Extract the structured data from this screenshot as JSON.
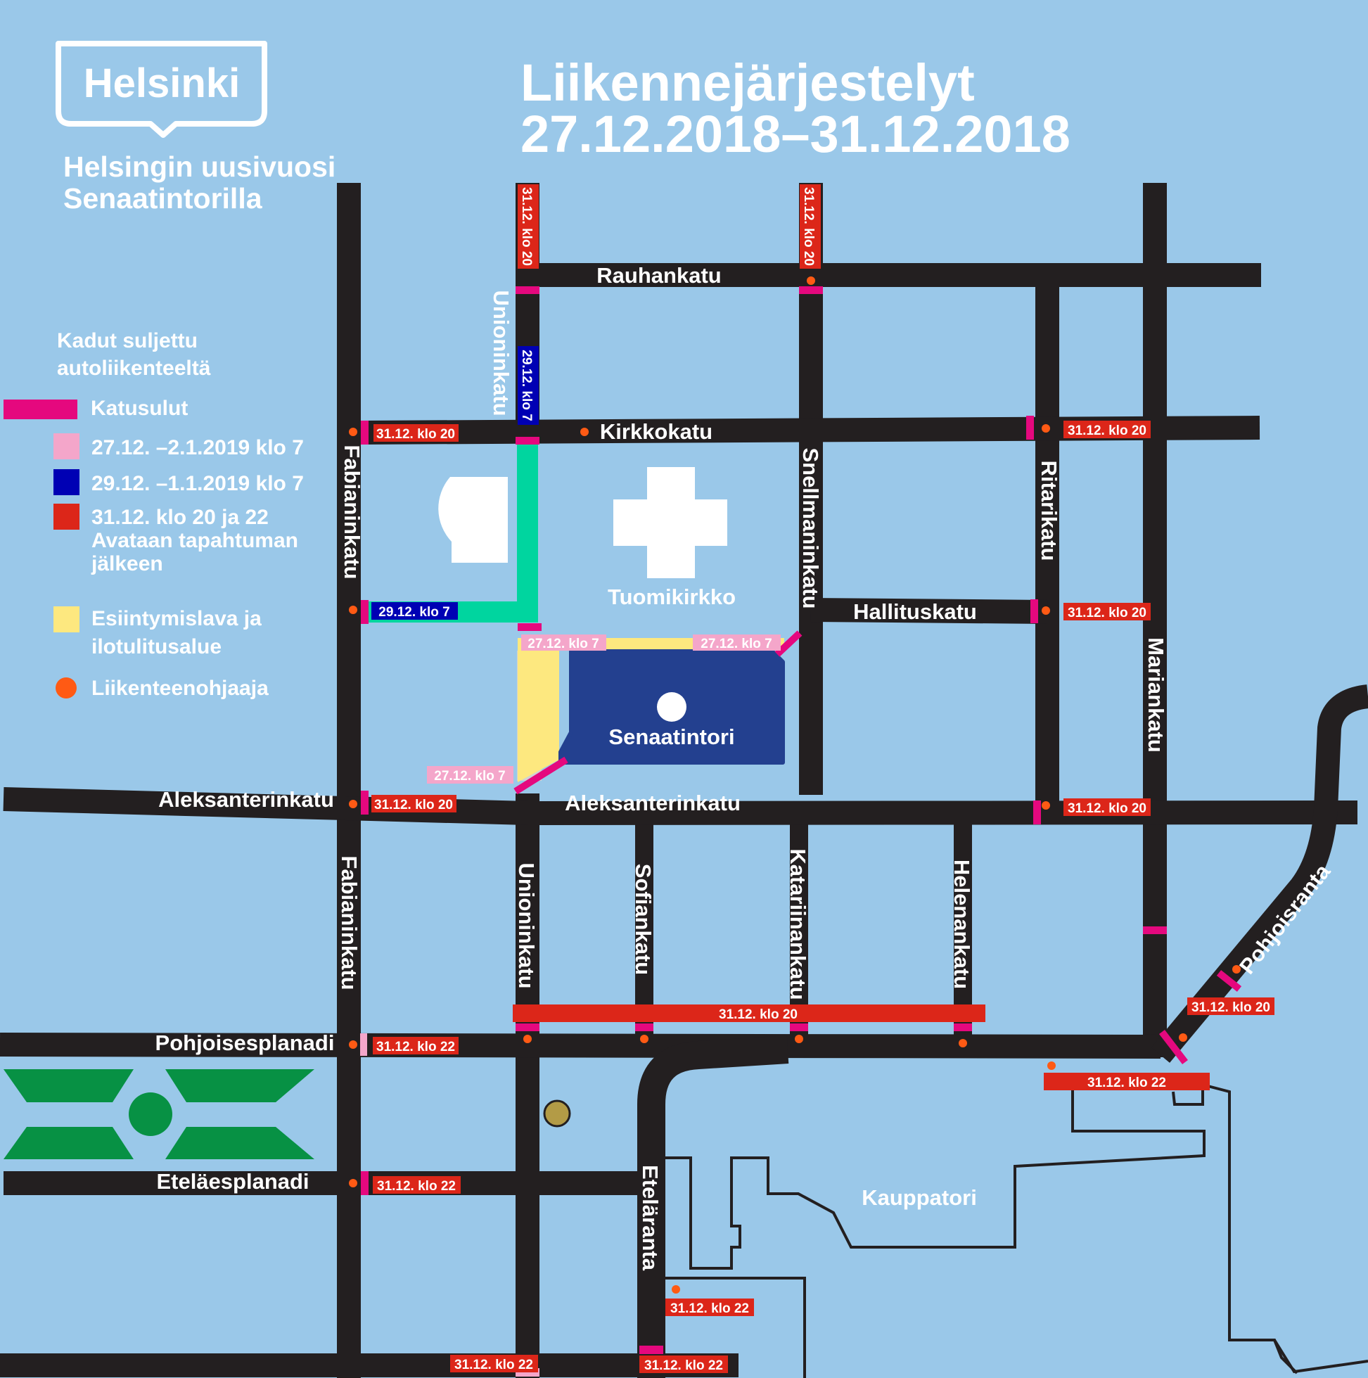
{
  "colors": {
    "water": "#9ac8e9",
    "road": "#231f20",
    "closure": "#e5087e",
    "pink": "#f4a6ca",
    "blue": "#0000b4",
    "red": "#dc2619",
    "yellow": "#fde87f",
    "green_route": "#00d59f",
    "controller": "#ff5a14",
    "square": "#23408f",
    "park": "#079144",
    "statue": "#b39b46"
  },
  "header": {
    "logo_text": "Helsinki",
    "title_line1": "Liikennejärjestelyt",
    "title_line2": "27.12.2018–31.12.2018",
    "subtitle_line1": "Helsingin uusivuosi",
    "subtitle_line2": "Senaatintorilla"
  },
  "legend": {
    "heading_line1": "Kadut suljettu",
    "heading_line2": "autoliikenteeltä",
    "closures": "Katusulut",
    "pink": "27.12. –2.1.2019 klo 7",
    "blue": "29.12. –1.1.2019 klo 7",
    "red_line1": "31.12. klo 20 ja 22",
    "red_line2": "Avataan tapahtuman",
    "red_line3": "jälkeen",
    "yellow_line1": "Esiintymislava ja",
    "yellow_line2": "ilotulitusalue",
    "controller": "Liikenteenohjaaja"
  },
  "streets": {
    "rauhankatu": "Rauhankatu",
    "kirkkokatu": "Kirkkokatu",
    "hallituskatu": "Hallituskatu",
    "aleksanterinkatu_west": "Aleksanterinkatu",
    "aleksanterinkatu_east": "Aleksanterinkatu",
    "pohjoisesplanadi": "Pohjoisesplanadi",
    "etelaesplanadi": "Eteläesplanadi",
    "fabianinkatu_north": "Fabianinkatu",
    "fabianinkatu_south": "Fabianinkatu",
    "unioninkatu_north": "Unioninkatu",
    "unioninkatu_south": "Unioninkatu",
    "snellmaninkatu": "Snellmaninkatu",
    "ritarikatu": "Ritarikatu",
    "mariankatu": "Mariankatu",
    "sofiankatu": "Sofiankatu",
    "katariinankatu": "Katariinankatu",
    "helenankatu": "Helenankatu",
    "etelaranta": "Eteläranta",
    "pohjoisranta": "Pohjoisranta"
  },
  "places": {
    "tuomikirkko": "Tuomikirkko",
    "senaatintori": "Senaatintori",
    "kauppatori": "Kauppatori"
  },
  "tags": {
    "union_north": "31.12. klo 20",
    "snell_north": "31.12. klo 20",
    "union_blue": "29.12. klo 7",
    "kirkko_west": "31.12. klo 20",
    "kirkko_east": "31.12. klo 20",
    "fabian_blue": "29.12. klo 7",
    "halli_east": "31.12. klo 20",
    "square_pink_left": "27.12. klo 7",
    "square_pink_right": "27.12. klo 7",
    "square_pink_bottom": "27.12. klo 7",
    "alek_west": "31.12. klo 20",
    "alek_east": "31.12. klo 20",
    "espa_bar": "31.12. klo 20",
    "pohjoisranta": "31.12. klo 20",
    "pohjoisesplanadi": "31.12. klo 22",
    "kauppatori_top": "31.12. klo 22",
    "etelaesplanadi": "31.12. klo 22",
    "etelaranta": "31.12. klo 22",
    "bottom_left": "31.12. klo 22",
    "bottom_right": "31.12. klo 22"
  }
}
